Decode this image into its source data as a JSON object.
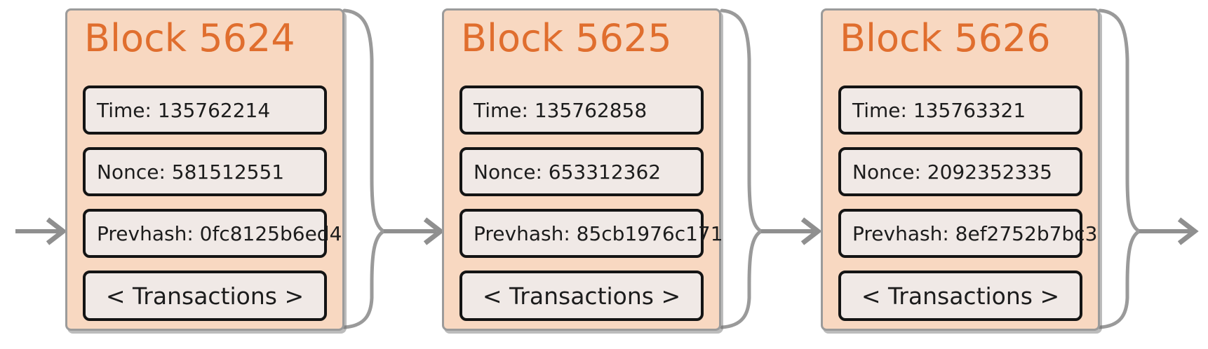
{
  "palette": {
    "accent": "#e06e2e",
    "card-fill": "#f8d8c1",
    "card-border": "#9b9b9b",
    "field-fill": "#f0e9e6",
    "field-border": "#141414",
    "connector": "#8f8f8f",
    "background": "#ffffff"
  },
  "blocks": [
    {
      "title": "Block 5624",
      "time": "Time: 135762214",
      "nonce": "Nonce: 581512551",
      "prevhash": "Prevhash: 0fc8125b6ed4",
      "transactions": "< Transactions >"
    },
    {
      "title": "Block 5625",
      "time": "Time: 135762858",
      "nonce": "Nonce: 653312362",
      "prevhash": "Prevhash: 85cb1976c171",
      "transactions": "< Transactions >"
    },
    {
      "title": "Block 5626",
      "time": "Time: 135763321",
      "nonce": "Nonce: 2092352335",
      "prevhash": "Prevhash: 8ef2752b7bc3",
      "transactions": "< Transactions >"
    }
  ],
  "connectors": {
    "incoming_arrow": "arrow-from-previous-block",
    "outgoing_arrow": "arrow-to-next-block",
    "brace": "block-output-brace"
  }
}
